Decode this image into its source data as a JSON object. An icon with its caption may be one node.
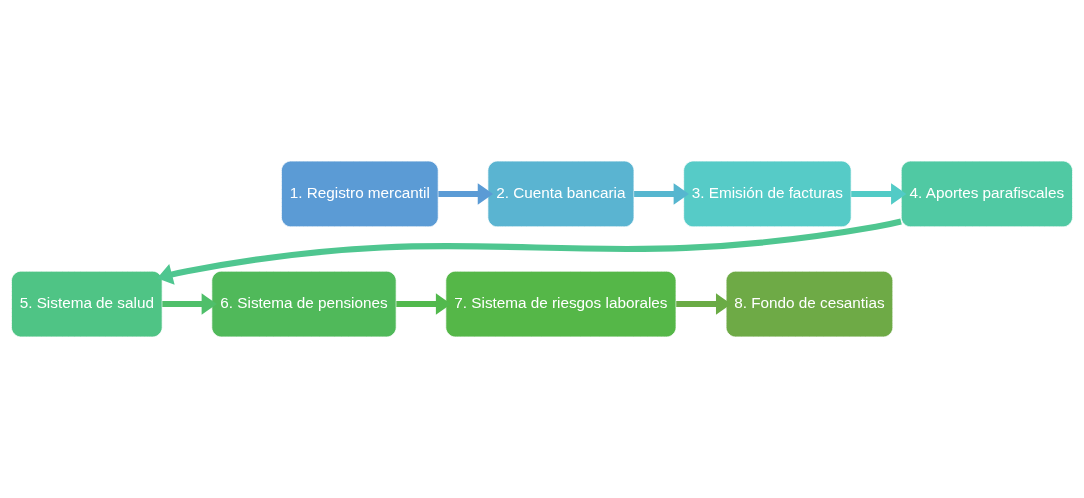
{
  "diagram": {
    "nodes": [
      {
        "text": [
          "1. Registro mercantil"
        ]
      },
      {
        "text": [
          "2. Cuenta bancaria"
        ]
      },
      {
        "text": [
          "3. Emisión de facturas"
        ]
      },
      {
        "text": [
          "4. Aportes parafiscales"
        ]
      },
      {
        "text": [
          "5. Sistema de salud"
        ]
      },
      {
        "text": [
          "6. Sistema de pensiones"
        ]
      },
      {
        "text": [
          "7. Sistema de riesgos laborales"
        ]
      },
      {
        "text": [
          "8. Fondo de cesantias"
        ]
      }
    ],
    "edges": [
      {
        "from": 0,
        "to": 1,
        "arrow": "to",
        "color": "#5b9bd5"
      },
      {
        "from": 1,
        "to": 2,
        "arrow": "to",
        "color": "#56b6cf"
      },
      {
        "from": 2,
        "to": 3,
        "arrow": "to",
        "color": "#52cbc6"
      },
      {
        "from": 3,
        "to": 4,
        "arrow": "to",
        "color": "#4fc690"
      },
      {
        "from": 4,
        "to": 5,
        "arrow": "to",
        "color": "#4fbf6a"
      },
      {
        "from": 5,
        "to": 6,
        "arrow": "to",
        "color": "#52b94d"
      },
      {
        "from": 6,
        "to": 7,
        "arrow": "to",
        "color": "#6aab45"
      }
    ]
  }
}
